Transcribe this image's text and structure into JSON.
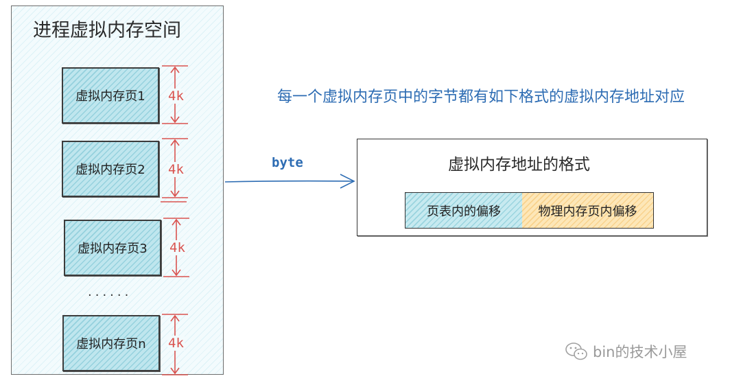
{
  "panel": {
    "title": "进程虚拟内存空间",
    "pages": [
      {
        "label": "虚拟内存页1",
        "size": "4k"
      },
      {
        "label": "虚拟内存页2",
        "size": "4k"
      },
      {
        "label": "虚拟内存页3",
        "size": "4k"
      },
      {
        "label": "虚拟内存页n",
        "size": "4k"
      }
    ],
    "ellipsis": "······"
  },
  "heading": "每一个虚拟内存页中的字节都有如下格式的虚拟内存地址对应",
  "arrow_label": "byte",
  "address_format": {
    "title": "虚拟内存地址的格式",
    "segments": [
      {
        "label": "页表内的偏移",
        "color": "#c7eaf0"
      },
      {
        "label": "物理内存页内偏移",
        "color": "#fde7b8"
      }
    ]
  },
  "watermark": {
    "text": "bin的技术小屋",
    "icon": "wechat-icon"
  },
  "colors": {
    "accent_blue": "#2d6cb3",
    "dimension_red": "#d9534f"
  }
}
